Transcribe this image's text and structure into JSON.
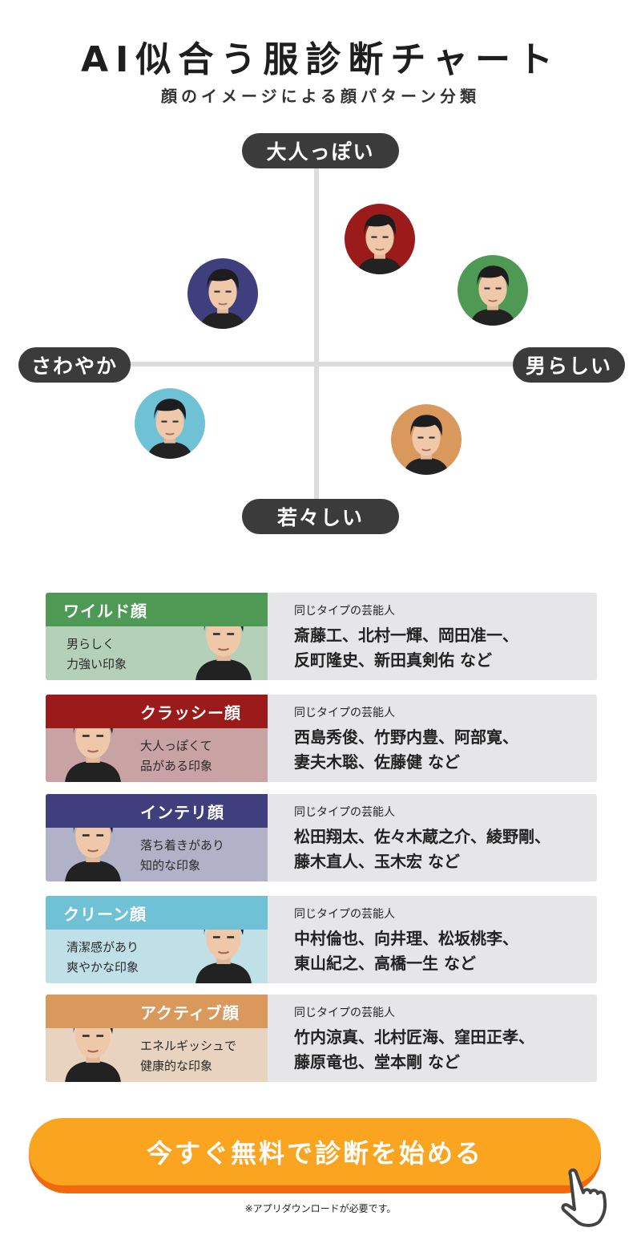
{
  "header": {
    "title": "AI似合う服診断チャート",
    "subtitle": "顔のイメージによる顔パターン分類"
  },
  "chart": {
    "axis_top": "大人っぽい",
    "axis_bottom": "若々しい",
    "axis_left": "さわやか",
    "axis_right": "男らしい",
    "faces": [
      {
        "type": "クラッシー顔",
        "color": "#9b1a1a"
      },
      {
        "type": "ワイルド顔",
        "color": "#4e9a55"
      },
      {
        "type": "インテリ顔",
        "color": "#3e3f7c"
      },
      {
        "type": "クリーン顔",
        "color": "#6fc2d6"
      },
      {
        "type": "アクティブ顔",
        "color": "#d9985c"
      }
    ]
  },
  "cards": [
    {
      "name": "ワイルド顔",
      "desc1": "男らしく",
      "desc2": "力強い印象",
      "label": "同じタイプの芸能人",
      "names1": "斎藤工、北村一輝、岡田准一、",
      "names2": "反町隆史、新田真剣佑 など",
      "dark": "#4e9a55",
      "light": "#b5d0b8"
    },
    {
      "name": "クラッシー顔",
      "desc1": "大人っぽくて",
      "desc2": "品がある印象",
      "label": "同じタイプの芸能人",
      "names1": "西島秀俊、竹野内豊、阿部寛、",
      "names2": "妻夫木聡、佐藤健 など",
      "dark": "#9b1a1a",
      "light": "#c9a3a3"
    },
    {
      "name": "インテリ顔",
      "desc1": "落ち着きがあり",
      "desc2": "知的な印象",
      "label": "同じタイプの芸能人",
      "names1": "松田翔太、佐々木蔵之介、綾野剛、",
      "names2": "藤木直人、玉木宏 など",
      "dark": "#3e3f7c",
      "light": "#b1b1c7"
    },
    {
      "name": "クリーン顔",
      "desc1": "清潔感があり",
      "desc2": "爽やかな印象",
      "label": "同じタイプの芸能人",
      "names1": "中村倫也、向井理、松坂桃李、",
      "names2": "東山紀之、高橋一生 など",
      "dark": "#6fc2d6",
      "light": "#c0e0e8"
    },
    {
      "name": "アクティブ顔",
      "desc1": "エネルギッシュで",
      "desc2": "健康的な印象",
      "label": "同じタイプの芸能人",
      "names1": "竹内涼真、北村匠海、窪田正孝、",
      "names2": "藤原竜也、堂本剛 など",
      "dark": "#d9985c",
      "light": "#e8d3c0"
    }
  ],
  "cta": {
    "label": "今すぐ無料で診断を始める",
    "note": "※アプリダウンロードが必要です。"
  }
}
